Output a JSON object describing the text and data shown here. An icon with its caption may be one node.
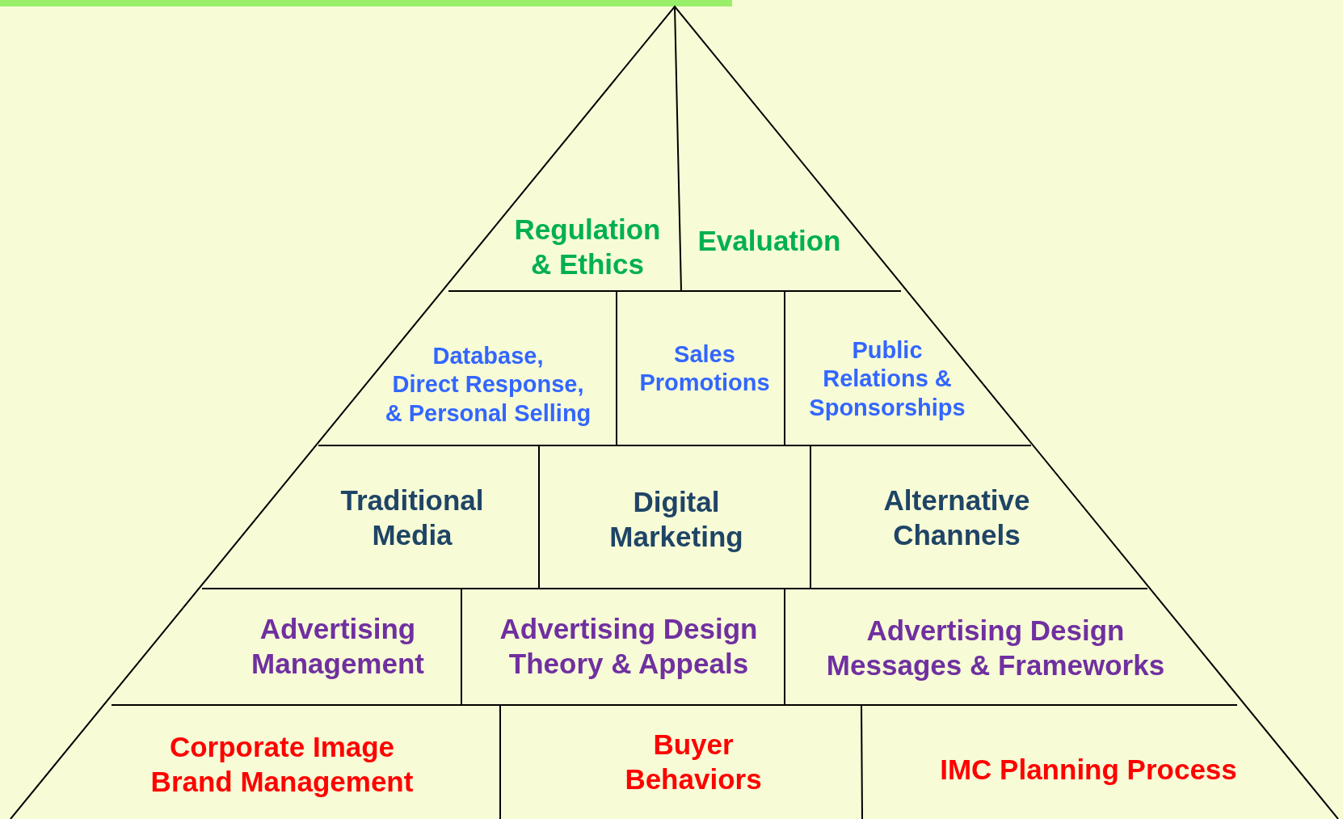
{
  "diagram": {
    "nodes": [
      {
        "text": [
          "Regulation & Ethics"
        ]
      },
      {
        "text": [
          "Evaluation"
        ]
      },
      {
        "text": [
          "Database, Direct Response, & Personal Selling"
        ]
      },
      {
        "text": [
          "Sales Promotions"
        ]
      },
      {
        "text": [
          "Public Relations & Sponsorships"
        ]
      },
      {
        "text": [
          "Traditional Media"
        ]
      },
      {
        "text": [
          "Digital Marketing"
        ]
      },
      {
        "text": [
          "Alternative Channels"
        ]
      },
      {
        "text": [
          "Advertising Management"
        ]
      },
      {
        "text": [
          "Advertising Design Theory & Appeals"
        ]
      },
      {
        "text": [
          "Advertising Design Messages & Frameworks"
        ]
      },
      {
        "text": [
          "Corporate Image Brand Management"
        ]
      },
      {
        "text": [
          "Buyer Behaviors"
        ]
      },
      {
        "text": [
          "IMC Planning Process"
        ]
      }
    ]
  }
}
